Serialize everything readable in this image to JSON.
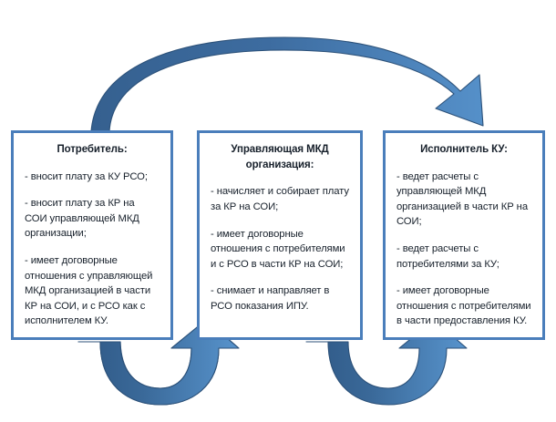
{
  "diagram": {
    "type": "flow-diagram",
    "background_color": "#ffffff",
    "box_border_color": "#4a7ebb",
    "arrow_fill_color": "#4a7ebb",
    "arrow_dark_color": "#35608f",
    "text_color": "#17202b",
    "nodes": [
      {
        "id": "consumer",
        "title": "Потребитель:",
        "items": [
          "- вносит плату за КУ РСО;",
          "- вносит плату за КР на СОИ управляющей МКД организации;",
          "- имеет договорные отношения  с управляющей МКД организацией в части КР на СОИ, и с РСО как с исполнителем КУ."
        ]
      },
      {
        "id": "managing",
        "title": "Управляющая МКД организация:",
        "items": [
          "- начисляет и собирает плату за КР на СОИ;",
          "- имеет договорные отношения с потребителями и с РСО в части КР на СОИ;",
          "- снимает и направляет в РСО показания ИПУ."
        ]
      },
      {
        "id": "executor",
        "title": "Исполнитель КУ:",
        "items": [
          "- ведет расчеты с управляющей МКД организацией в части КР на СОИ;",
          "- ведет расчеты с потребителями за КУ;",
          "- имеет договорные отношения с потребителями в части предоставления КУ."
        ]
      }
    ],
    "connectors": [
      {
        "id": "arc-consumer-to-executor",
        "shape": "curved-arc-arrow",
        "direction": "left-to-right-over-top",
        "from": "consumer",
        "to": "executor"
      },
      {
        "id": "u-consumer-to-managing",
        "shape": "u-turn-arrow",
        "direction": "down-then-up",
        "from": "consumer",
        "to": "managing"
      },
      {
        "id": "u-managing-to-executor",
        "shape": "u-turn-arrow",
        "direction": "down-then-up",
        "from": "managing",
        "to": "executor"
      }
    ]
  }
}
